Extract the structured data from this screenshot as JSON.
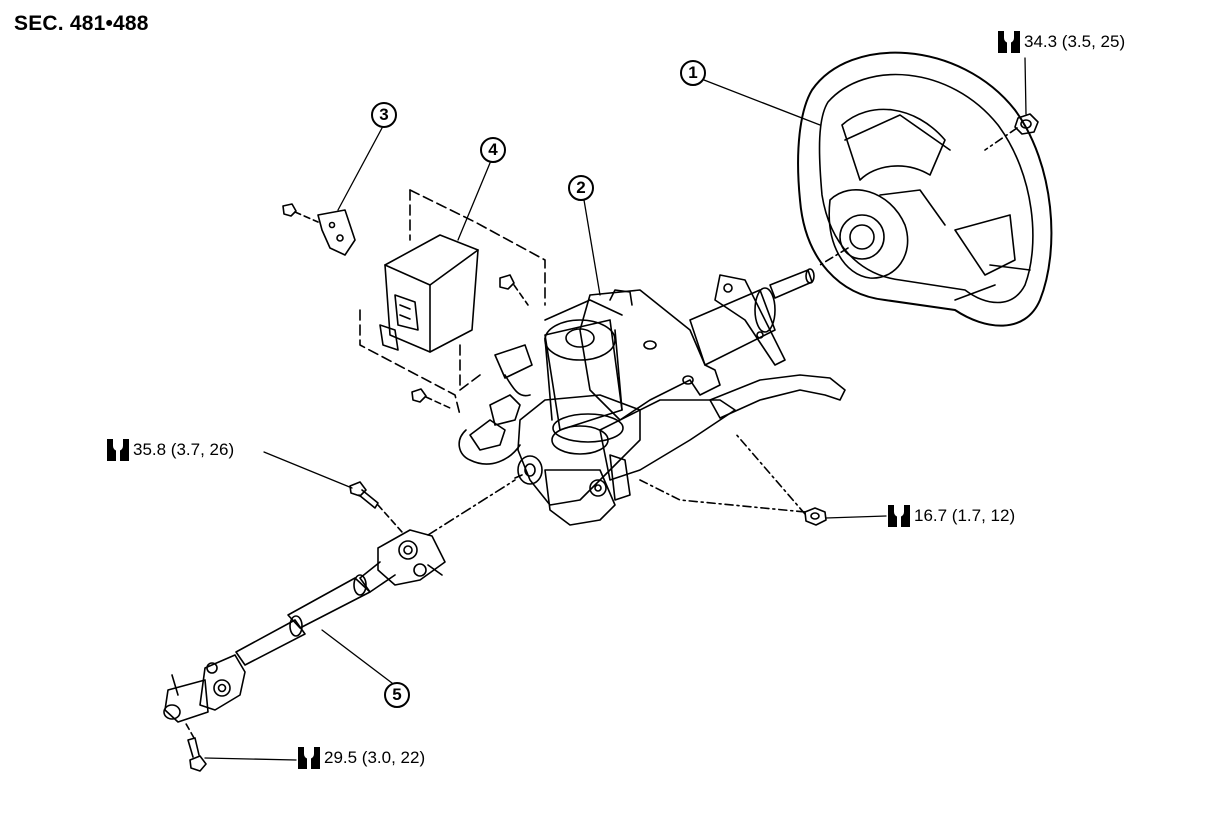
{
  "section_label": "SEC. 481•488",
  "callouts": {
    "c1": "1",
    "c2": "2",
    "c3": "3",
    "c4": "4",
    "c5": "5"
  },
  "torques": {
    "steering_wheel_nut": "34.3 (3.5, 25)",
    "column_nut": "16.7 (1.7, 12)",
    "upper_joint_bolt": "35.8 (3.7, 26)",
    "lower_joint_bolt": "29.5 (3.0, 22)"
  },
  "icons": {
    "torque_symbol": "wrench-torque-icon"
  }
}
